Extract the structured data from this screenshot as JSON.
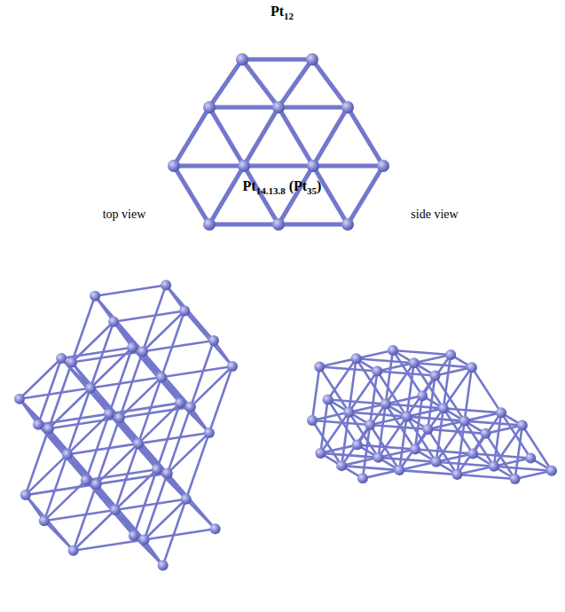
{
  "diagram": {
    "labels": [
      "Pt",
      "12",
      "Pt",
      "14.13.8",
      "(Pt",
      "35",
      ")",
      "top view",
      "side view"
    ]
  }
}
